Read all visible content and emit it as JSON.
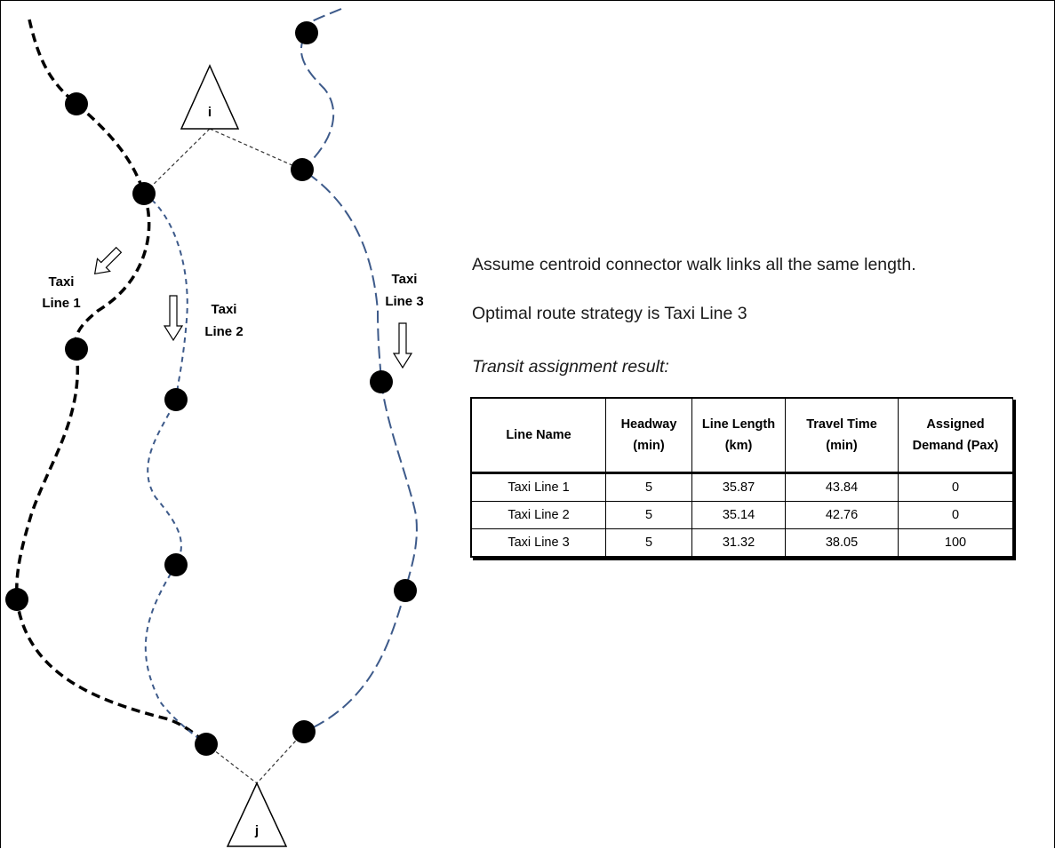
{
  "nodes": {
    "origin": "i",
    "destination": "j"
  },
  "line_labels": [
    {
      "line1": "Taxi",
      "line2": "Line 1"
    },
    {
      "line1": "Taxi",
      "line2": "Line 2"
    },
    {
      "line1": "Taxi",
      "line2": "Line 3"
    }
  ],
  "notes": {
    "assumption": "Assume centroid connector walk links all the same length.",
    "strategy": "Optimal route strategy is Taxi Line 3",
    "result_title": "Transit assignment result:"
  },
  "table": {
    "headers": [
      {
        "l1": "Line Name",
        "l2": ""
      },
      {
        "l1": "Headway",
        "l2": "(min)"
      },
      {
        "l1": "Line Length",
        "l2": "(km)"
      },
      {
        "l1": "Travel Time",
        "l2": "(min)"
      },
      {
        "l1": "Assigned",
        "l2": "Demand (Pax)"
      }
    ],
    "rows": [
      [
        "Taxi Line 1",
        "5",
        "35.87",
        "43.84",
        "0"
      ],
      [
        "Taxi Line 2",
        "5",
        "35.14",
        "42.76",
        "0"
      ],
      [
        "Taxi Line 3",
        "5",
        "31.32",
        "38.05",
        "100"
      ]
    ]
  },
  "colors": {
    "line1": "#000000",
    "line2": "#3d5a8a",
    "line3": "#3d5a8a",
    "walk": "#333333"
  }
}
